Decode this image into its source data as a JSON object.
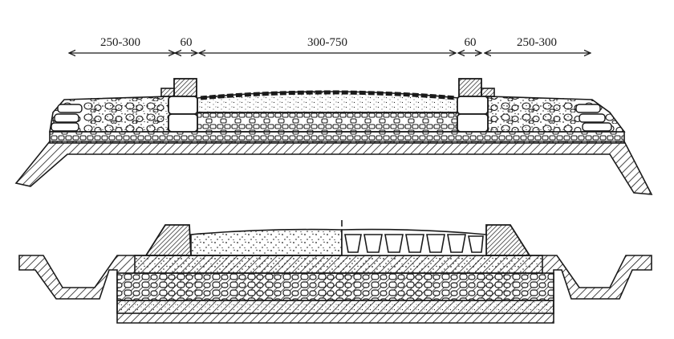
{
  "dimensions": {
    "left_verge": "250-300",
    "left_kerb": "60",
    "carriageway": "300-750",
    "right_kerb": "60",
    "right_verge": "250-300"
  },
  "colors": {
    "ink": "#1a1a1a",
    "paper": "#ffffff",
    "fill_light": "#f2f2f2"
  }
}
